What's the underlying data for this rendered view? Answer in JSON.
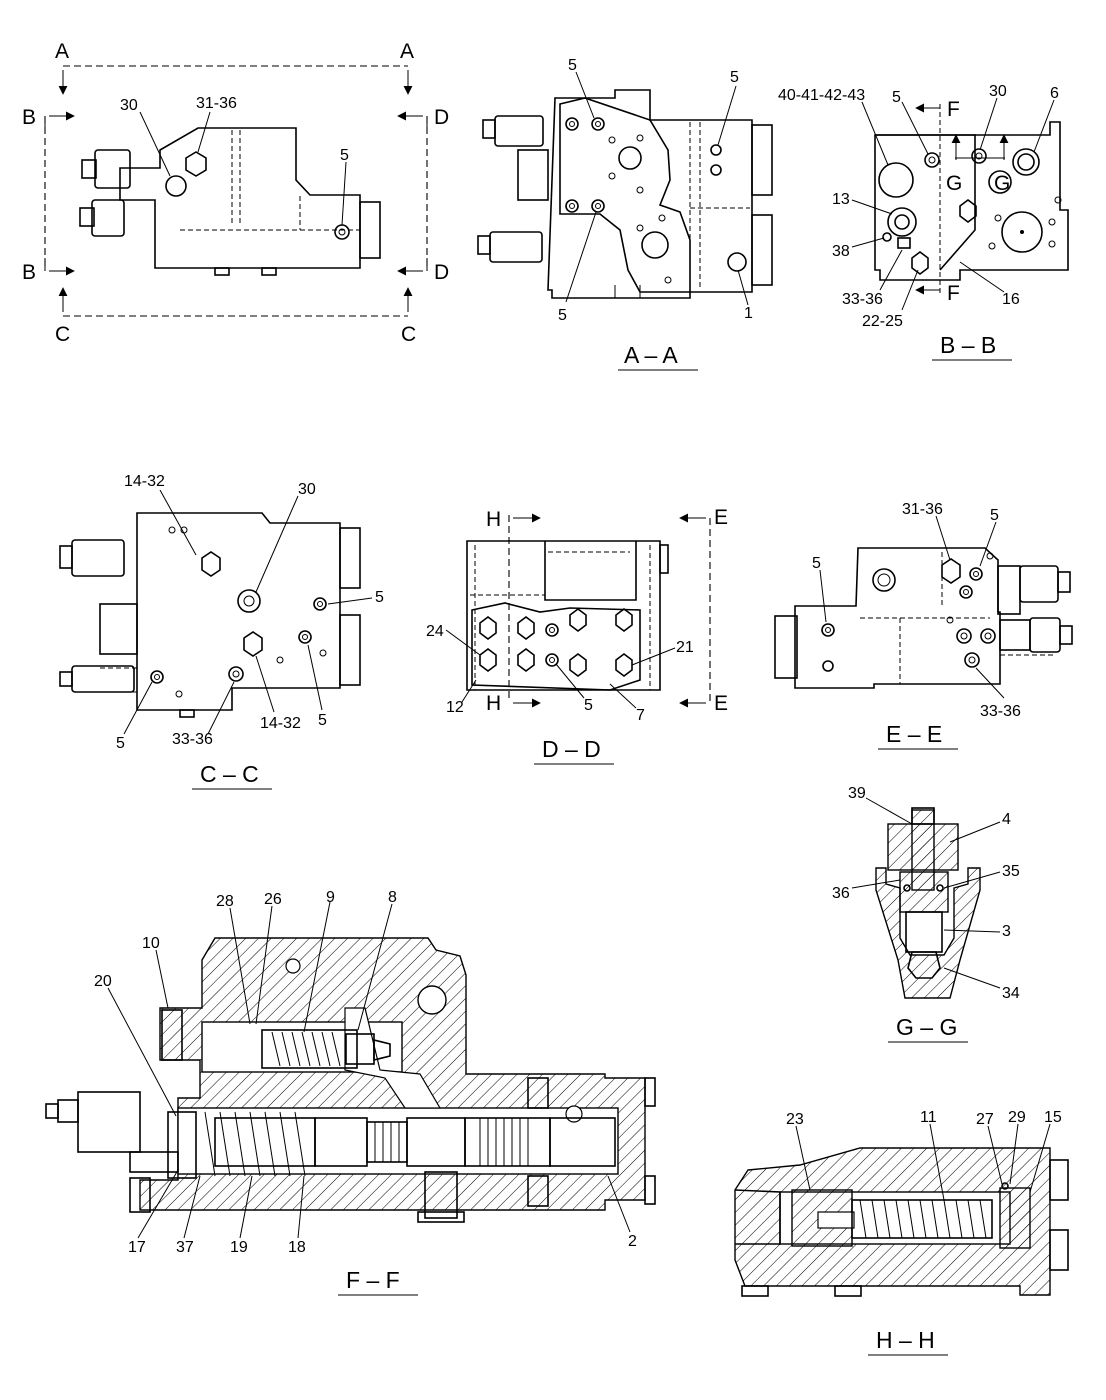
{
  "views": {
    "aa": {
      "title": "A – A",
      "callouts": [
        "5",
        "5",
        "5",
        "1"
      ]
    },
    "bb": {
      "title": "B – B",
      "callouts": [
        "40-41-42-43",
        "5",
        "30",
        "6",
        "13",
        "38",
        "33-36",
        "22-25",
        "16"
      ],
      "section_marks": [
        "F",
        "F",
        "G",
        "G"
      ]
    },
    "cc": {
      "title": "C – C",
      "callouts": [
        "14-32",
        "30",
        "5",
        "5",
        "33-36",
        "14-32",
        "5"
      ]
    },
    "dd": {
      "title": "D – D",
      "callouts": [
        "24",
        "12",
        "5",
        "7",
        "21"
      ],
      "section_marks": [
        "H",
        "H",
        "E",
        "E"
      ]
    },
    "ee": {
      "title": "E – E",
      "callouts": [
        "31-36",
        "5",
        "5",
        "33-36"
      ]
    },
    "gg": {
      "title": "G – G",
      "callouts": [
        "39",
        "4",
        "36",
        "35",
        "3",
        "34"
      ]
    },
    "ff": {
      "title": "F – F",
      "callouts": [
        "10",
        "28",
        "26",
        "9",
        "8",
        "20",
        "17",
        "37",
        "19",
        "18",
        "2"
      ]
    },
    "hh": {
      "title": "H – H",
      "callouts": [
        "23",
        "11",
        "27",
        "29",
        "15"
      ]
    },
    "overview": {
      "callouts": [
        "30",
        "31-36",
        "5"
      ],
      "section_marks": [
        "A",
        "A",
        "B",
        "B",
        "C",
        "C",
        "D",
        "D"
      ]
    }
  }
}
